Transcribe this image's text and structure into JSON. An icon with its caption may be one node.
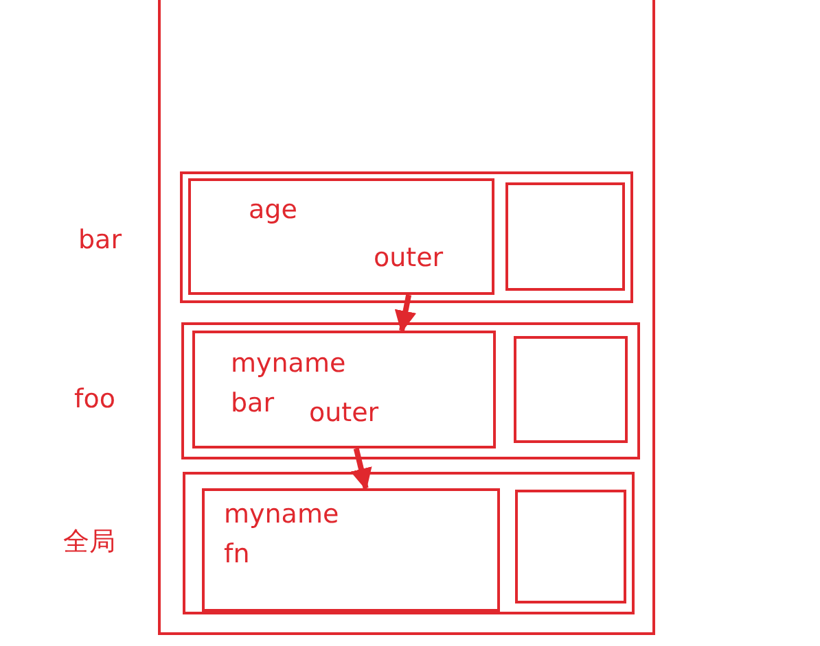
{
  "diagram": {
    "nodes": [
      {
        "text": [],
        "shape": "box"
      },
      {
        "text": [],
        "shape": "box",
        "in": 0,
        "beside": [
          "bar"
        ]
      },
      {
        "text": [
          "age",
          "outer"
        ],
        "in": 1
      },
      {
        "text": [],
        "shape": "box",
        "in": 1
      },
      {
        "text": [],
        "shape": "box",
        "in": 0,
        "beside": [
          "foo"
        ]
      },
      {
        "text": [
          "myname",
          "bar",
          "outer"
        ],
        "in": 4
      },
      {
        "text": [],
        "shape": "box",
        "in": 4
      },
      {
        "text": [],
        "shape": "box",
        "in": 0,
        "beside": [
          "全局"
        ]
      },
      {
        "text": [
          "myname",
          "fn"
        ],
        "in": 7
      },
      {
        "text": [],
        "shape": "box",
        "in": 7
      }
    ],
    "edges": [
      {
        "from": 2,
        "to": 5,
        "arrow": "to"
      },
      {
        "from": 5,
        "to": 8,
        "arrow": "to"
      }
    ]
  }
}
